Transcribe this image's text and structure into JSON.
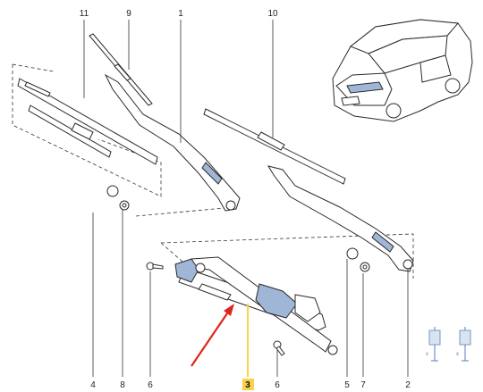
{
  "diagram": {
    "callouts": [
      {
        "id": "c11",
        "label": "11"
      },
      {
        "id": "c9",
        "label": "9"
      },
      {
        "id": "c1",
        "label": "1"
      },
      {
        "id": "c10",
        "label": "10"
      },
      {
        "id": "c4",
        "label": "4"
      },
      {
        "id": "c8",
        "label": "8"
      },
      {
        "id": "c6a",
        "label": "6"
      },
      {
        "id": "c3",
        "label": "3"
      },
      {
        "id": "c6b",
        "label": "6"
      },
      {
        "id": "c5",
        "label": "5"
      },
      {
        "id": "c7",
        "label": "7"
      },
      {
        "id": "c2",
        "label": "2"
      }
    ],
    "highlighted_callout": "3",
    "colors": {
      "highlight": "#f7d24a",
      "arrow": "#e0241b",
      "parts_fill": "#9fb6d6",
      "line": "#2a2a2a"
    }
  }
}
